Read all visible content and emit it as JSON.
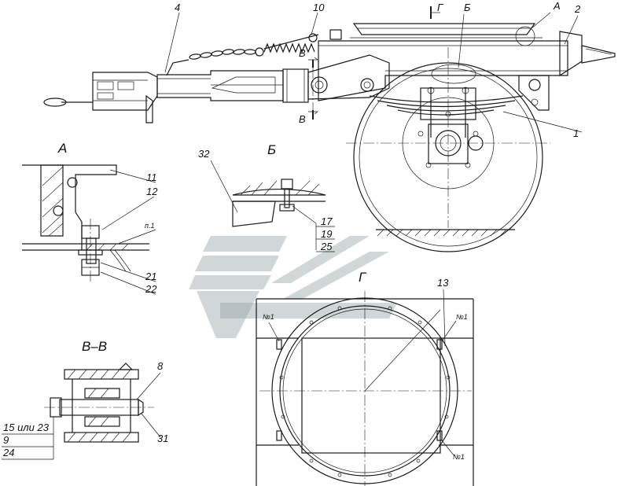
{
  "callouts": {
    "c1": "1",
    "c2": "2",
    "c4": "4",
    "c10": "10",
    "c8": "8",
    "c11": "11",
    "c12": "12",
    "c13": "13",
    "c17": "17",
    "c19": "19",
    "c21": "21",
    "c22": "22",
    "c24": "24",
    "c25": "25",
    "c31": "31",
    "c32": "32",
    "c9": "9",
    "c15_23": "15 или 23",
    "p1": "п.1",
    "n1a": "№1",
    "n1b": "№1",
    "n1c": "№1"
  },
  "view_markers": {
    "A": "А",
    "B": "Б",
    "G": "Г",
    "V1": "В",
    "V2": "В"
  },
  "view_titles": {
    "A": "А",
    "B": "Б",
    "VV": "В–В",
    "G": "Г"
  },
  "colors": {
    "line": "#1a1a1a",
    "watermark": "#9aa3a8"
  }
}
